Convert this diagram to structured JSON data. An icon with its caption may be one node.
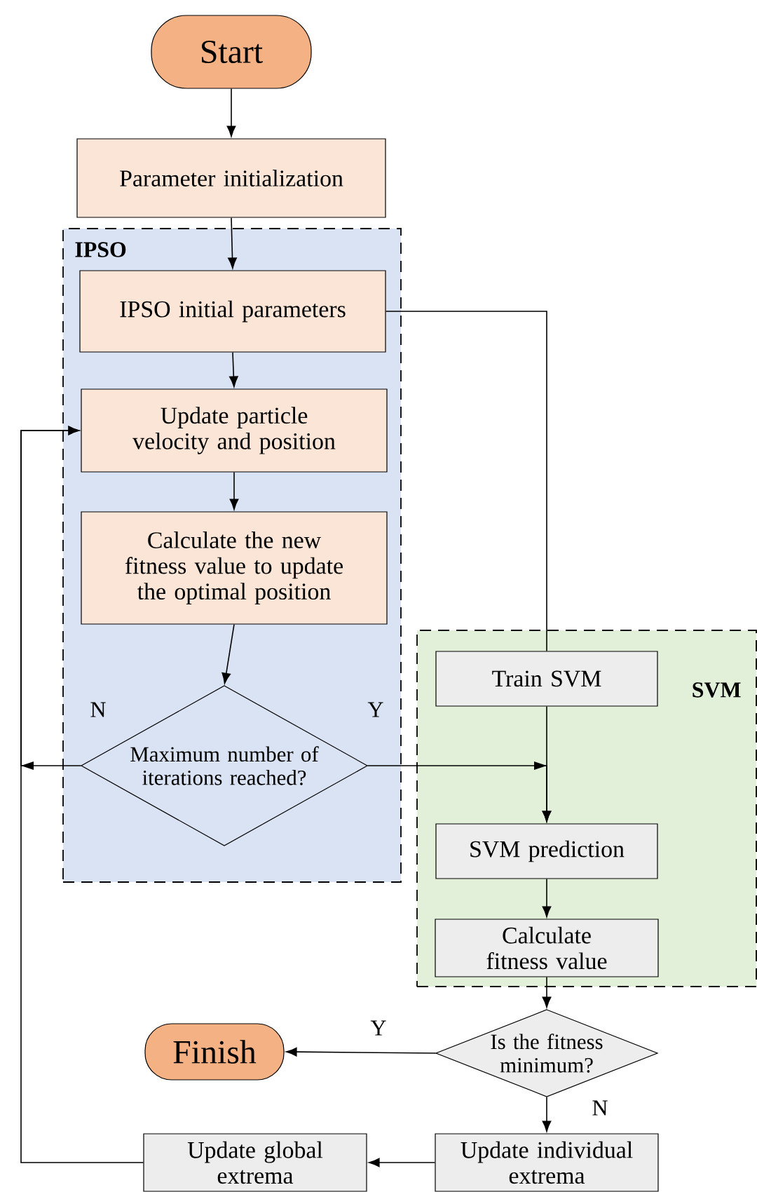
{
  "diagram": {
    "nodes": [
      {
        "text": [
          "Start"
        ]
      },
      {
        "text": [
          "Parameter initialization"
        ]
      },
      {
        "text": [
          "IPSO"
        ]
      },
      {
        "text": [
          "IPSO initial parameters"
        ],
        "in": 2
      },
      {
        "text": [
          "Update particle velocity and position"
        ],
        "in": 2
      },
      {
        "text": [
          "Calculate the new fitness value to update the optimal position"
        ],
        "in": 2
      },
      {
        "text": [
          "Maximum number of iterations reached?"
        ],
        "in": 2
      },
      {
        "text": [
          "SVM"
        ]
      },
      {
        "text": [
          "Train SVM"
        ],
        "in": 7
      },
      {
        "text": [
          "SVM prediction"
        ],
        "in": 7
      },
      {
        "text": [
          "Calculate fitness value"
        ],
        "in": 7
      },
      {
        "text": [
          "Is the fitness minimum?"
        ]
      },
      {
        "text": [
          "Finish"
        ]
      },
      {
        "text": [
          "Update individual extrema"
        ]
      },
      {
        "text": [
          "Update global extrema"
        ]
      }
    ],
    "edges": [
      {
        "from": 0,
        "to": 1,
        "arrow": "to"
      },
      {
        "from": 1,
        "to": 3,
        "arrow": "to"
      },
      {
        "from": 3,
        "to": 8,
        "arrow": "none"
      },
      {
        "from": 3,
        "to": 4,
        "arrow": "to"
      },
      {
        "from": 4,
        "to": 5,
        "arrow": "to"
      },
      {
        "from": 5,
        "to": 6,
        "arrow": "to"
      },
      {
        "from": 6,
        "to": 4,
        "arrow": "to",
        "label": "N"
      },
      {
        "from": 6,
        "to": 9,
        "arrow": "to",
        "label": "Y"
      },
      {
        "from": 8,
        "to": 9,
        "arrow": "to"
      },
      {
        "from": 9,
        "to": 10,
        "arrow": "to"
      },
      {
        "from": 10,
        "to": 11,
        "arrow": "to"
      },
      {
        "from": 11,
        "to": 12,
        "arrow": "to",
        "label": "Y"
      },
      {
        "from": 11,
        "to": 13,
        "arrow": "to",
        "label": "N"
      },
      {
        "from": 13,
        "to": 14,
        "arrow": "to"
      },
      {
        "from": 14,
        "to": 4,
        "arrow": "to"
      }
    ]
  }
}
